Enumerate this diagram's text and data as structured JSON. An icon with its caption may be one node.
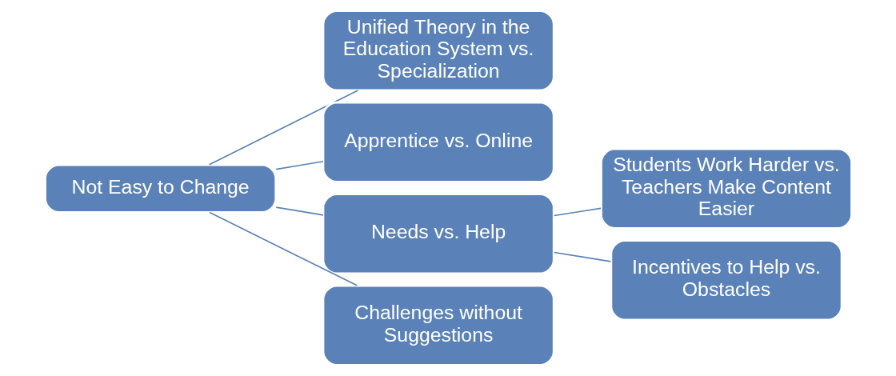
{
  "diagram": {
    "nodes": [
      {
        "text": [
          "Not Easy to Change"
        ]
      },
      {
        "text": [
          "Unified Theory in the Education System vs. Specialization"
        ]
      },
      {
        "text": [
          "Apprentice vs. Online"
        ]
      },
      {
        "text": [
          "Needs vs. Help"
        ]
      },
      {
        "text": [
          "Challenges without Suggestions"
        ]
      },
      {
        "text": [
          "Students Work Harder vs. Teachers Make Content Easier"
        ]
      },
      {
        "text": [
          "Incentives to Help vs. Obstacles"
        ]
      }
    ],
    "edges": [
      {
        "from": 0,
        "to": 1,
        "arrow": "none"
      },
      {
        "from": 0,
        "to": 2,
        "arrow": "none"
      },
      {
        "from": 0,
        "to": 3,
        "arrow": "none"
      },
      {
        "from": 0,
        "to": 4,
        "arrow": "none"
      },
      {
        "from": 3,
        "to": 5,
        "arrow": "none"
      },
      {
        "from": 3,
        "to": 6,
        "arrow": "none"
      }
    ]
  }
}
